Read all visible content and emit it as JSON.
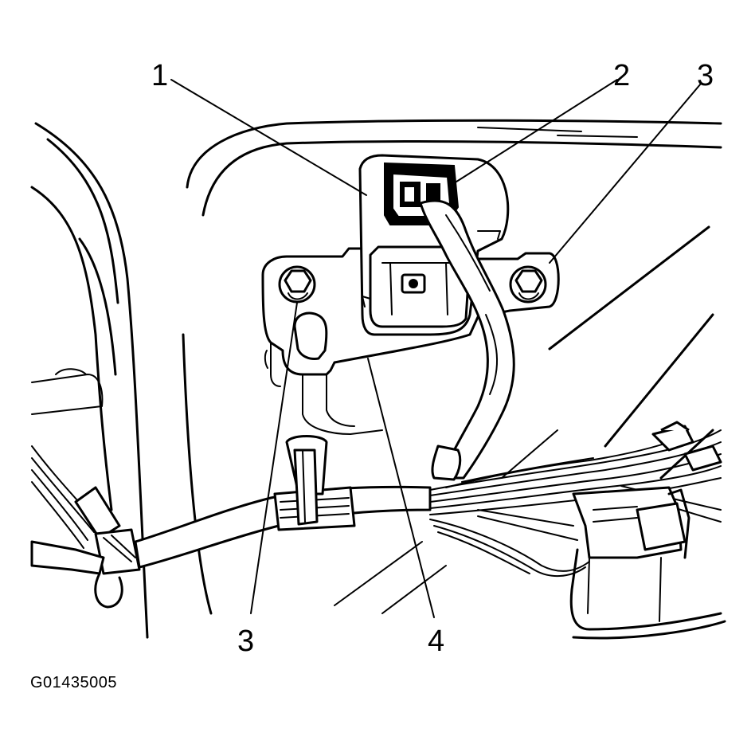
{
  "callouts": [
    {
      "id": "callout-1",
      "label": "1"
    },
    {
      "id": "callout-2",
      "label": "2"
    },
    {
      "id": "callout-3-top",
      "label": "3"
    },
    {
      "id": "callout-3-bottom",
      "label": "3"
    },
    {
      "id": "callout-4",
      "label": "4"
    }
  ],
  "figure_id": "G01435005"
}
